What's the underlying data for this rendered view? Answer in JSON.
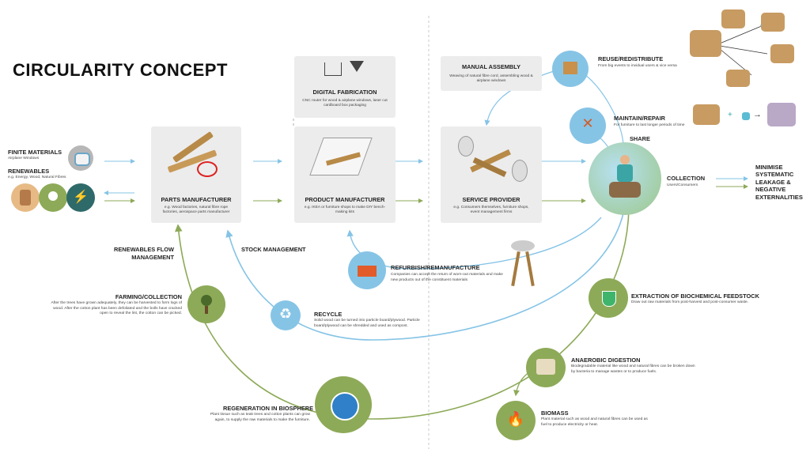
{
  "title": "CIRCULARITY CONCEPT",
  "inputs": {
    "finite_title": "FINITE MATERIALS",
    "finite_desc": "Airplane Windows",
    "renew_title": "RENEWABLES",
    "renew_desc": "e.g. Energy, Wood, Natural Fibres"
  },
  "cards": {
    "digital": {
      "title": "DIGITAL FABRICATION",
      "desc": "CNC router for wood & airplane windows, laser cut cardboard box packaging"
    },
    "manual": {
      "title": "MANUAL ASSEMBLY",
      "desc": "Weaving of natural fibre cord, assembling wood & airplane windows"
    },
    "parts": {
      "title": "PARTS MANUFACTURER",
      "desc": "e.g. Wood factories, natural fibre rope factories, aerospace parts manufacturer"
    },
    "product": {
      "title": "PRODUCT MANUFACTURER",
      "desc": "e.g. IKEA or furniture shops to make DIY bench-making kits"
    },
    "service": {
      "title": "SERVICE PROVIDER",
      "desc": "e.g. Consumers themselves, furniture shops, event management firms"
    }
  },
  "nodes": {
    "reuse": {
      "title": "REUSE/REDISTRIBUTE",
      "desc": "From big events to invidual users & vice versa"
    },
    "maintain": {
      "title": "MAINTAIN/REPAIR",
      "desc": "For furniture to last longer periods of time"
    },
    "share": {
      "title": "SHARE"
    },
    "collection": {
      "title": "COLLECTION",
      "desc": "Users/Consumers"
    },
    "leakage": {
      "title": "MINIMISE SYSTEMATIC LEAKAGE & NEGATIVE EXTERNALITIES"
    },
    "refurbish": {
      "title": "REFURBISH/REMANUFACTURE",
      "desc": "Companies can accept the return of worn-out materials and make new products out of the constituent materials"
    },
    "recycle": {
      "title": "RECYCLE",
      "desc": "Solid wood can be turned into particle board/plywood. Particle board/plywood can be shredded and used as compost."
    },
    "stock": {
      "title": "STOCK MANAGEMENT"
    },
    "renew_flow": {
      "title": "RENEWABLES FLOW MANAGEMENT"
    },
    "farming": {
      "title": "FARMING/COLLECTION",
      "desc": "After the trees have grown adequately, they can be harvested to form logs of wood. After the cotton plant has been defoliated and the bolls have cracked open to reveal the lint, the cotton can be picked."
    },
    "extraction": {
      "title": "EXTRACTION OF BIOCHEMICAL FEEDSTOCK",
      "desc": "Draw out raw materials from post-harvest and post-consumer waste."
    },
    "anaerobic": {
      "title": "ANAEROBIC DIGESTION",
      "desc": "Biodegradable material like wood and natural fibres can be broken down by bacteria to manage wastes or to produce fuels."
    },
    "biomass": {
      "title": "BIOMASS",
      "desc": "Plant material such as wood and natural fibres can be used as fuel to produce electricity or heat."
    },
    "regeneration": {
      "title": "REGENERATION IN BIOSPHERE",
      "desc": "Plant tissue such as teak trees and cotton plants can grow again, to supply the raw materials to make the furniture."
    }
  },
  "colors": {
    "green": "#8daa58",
    "blue": "#86c4e6",
    "grey_card": "#ececec"
  }
}
